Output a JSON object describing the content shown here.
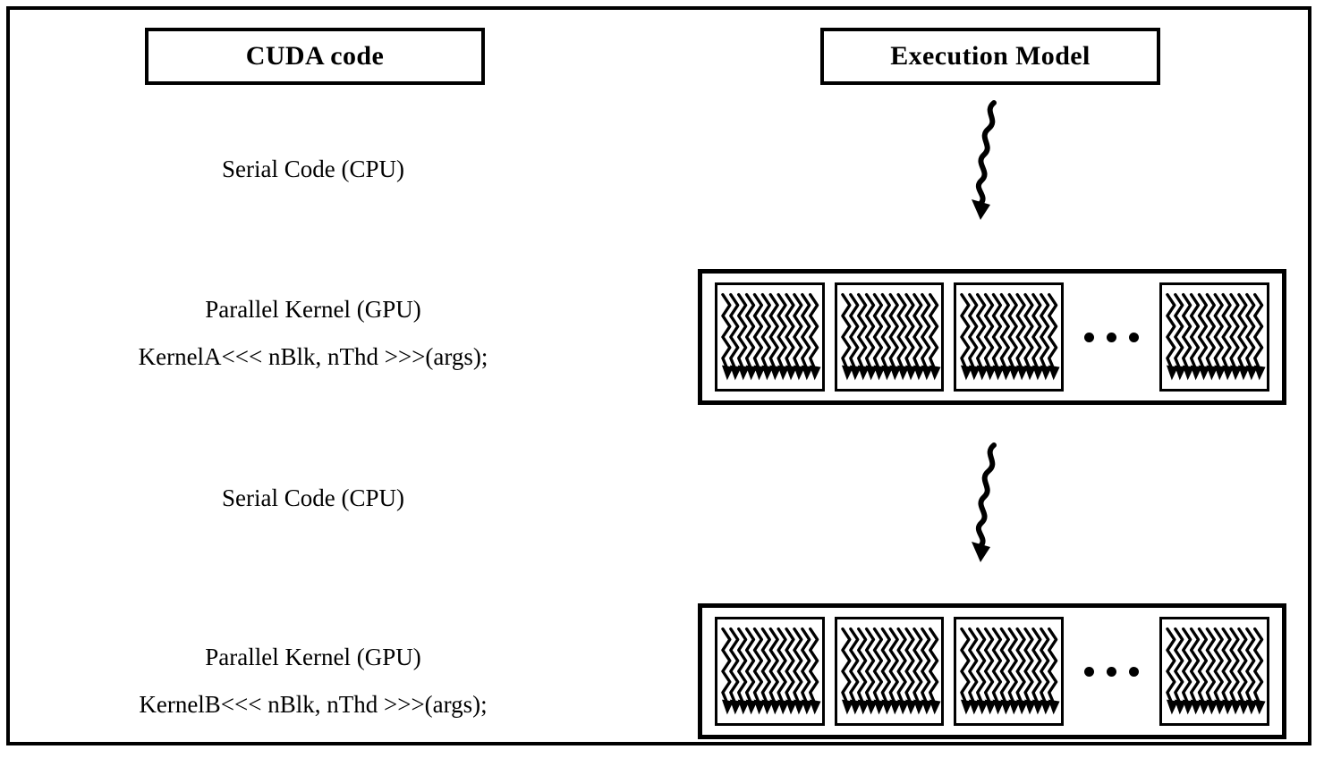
{
  "figure": {
    "columns": {
      "left": {
        "title": "CUDA code"
      },
      "right": {
        "title": "Execution Model"
      }
    },
    "rows": [
      {
        "id": "serial-1",
        "kind": "serial",
        "code_lines": [
          "Serial Code (CPU)"
        ],
        "execution": {
          "glyph": "squiggly-down-arrow"
        }
      },
      {
        "id": "kernel-a",
        "kind": "parallel",
        "code_lines": [
          "Parallel Kernel (GPU)",
          "KernelA<<< nBlk, nThd >>>(args);"
        ],
        "execution": {
          "glyph": "thread-block-grid",
          "blocks_shown": 3,
          "ellipsis": "• • •",
          "trailing_blocks": 1
        }
      },
      {
        "id": "serial-2",
        "kind": "serial",
        "code_lines": [
          "Serial Code (CPU)"
        ],
        "execution": {
          "glyph": "squiggly-down-arrow"
        }
      },
      {
        "id": "kernel-b",
        "kind": "parallel",
        "code_lines": [
          "Parallel Kernel (GPU)",
          "KernelB<<< nBlk, nThd >>>(args);"
        ],
        "execution": {
          "glyph": "thread-block-grid",
          "blocks_shown": 3,
          "ellipsis": "• • •",
          "trailing_blocks": 1
        }
      }
    ],
    "colors": {
      "ink": "#000000",
      "paper": "#ffffff"
    }
  }
}
